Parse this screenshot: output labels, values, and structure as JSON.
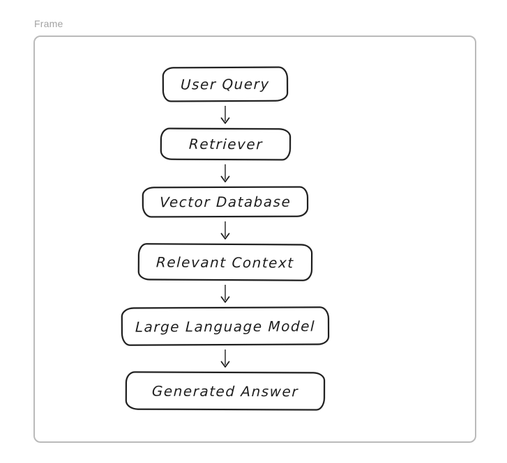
{
  "frame": {
    "label": "Frame"
  },
  "diagram": {
    "type": "flowchart",
    "direction": "top-down",
    "nodes": [
      {
        "id": "user-query",
        "label": "User Query"
      },
      {
        "id": "retriever",
        "label": "Retriever"
      },
      {
        "id": "vector-database",
        "label": "Vector Database"
      },
      {
        "id": "relevant-context",
        "label": "Relevant Context"
      },
      {
        "id": "large-language-model",
        "label": "Large Language Model"
      },
      {
        "id": "generated-answer",
        "label": "Generated Answer"
      }
    ],
    "edges": [
      {
        "from": "user-query",
        "to": "retriever",
        "style": "arrow-down"
      },
      {
        "from": "retriever",
        "to": "vector-database",
        "style": "arrow-down"
      },
      {
        "from": "vector-database",
        "to": "relevant-context",
        "style": "arrow-down"
      },
      {
        "from": "relevant-context",
        "to": "large-language-model",
        "style": "arrow-down"
      },
      {
        "from": "large-language-model",
        "to": "generated-answer",
        "style": "arrow-down"
      }
    ],
    "colors": {
      "node_stroke": "#1e1e1e",
      "node_fill": "#ffffff",
      "frame_border": "#bababa",
      "frame_label": "#a3a3a3",
      "background": "#ffffff"
    }
  }
}
